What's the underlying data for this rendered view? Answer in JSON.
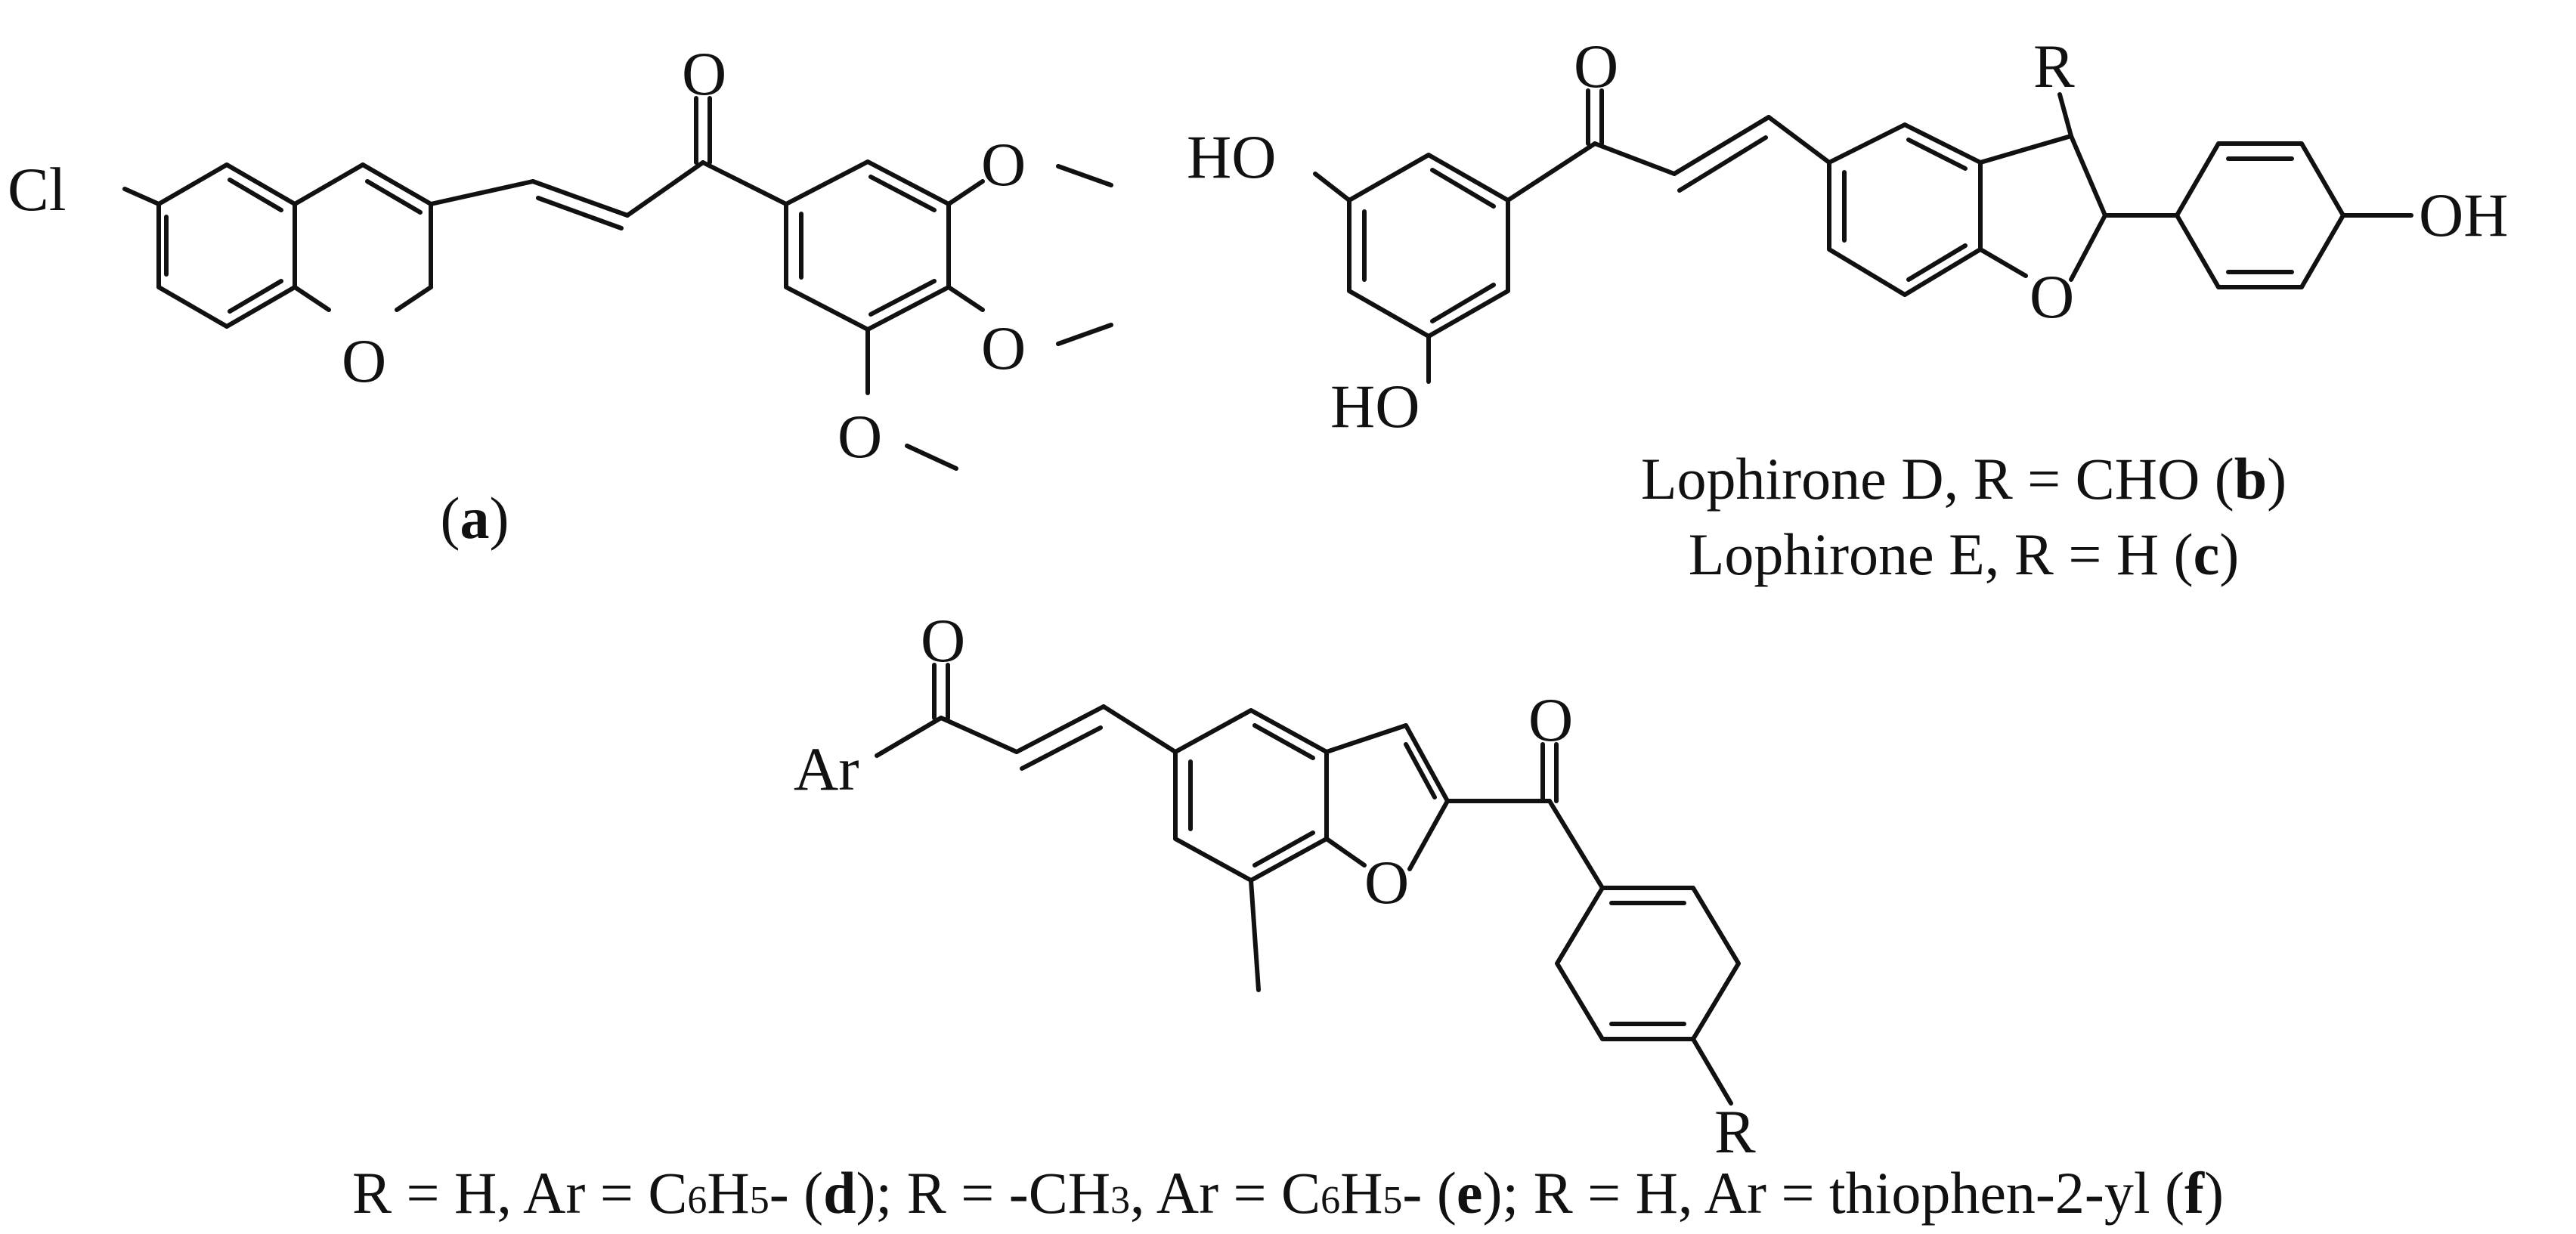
{
  "figure": {
    "compound_a": {
      "atoms": {
        "chlorine": "Cl",
        "ring_oxygen": "O",
        "carbonyl_oxygen": "O",
        "methoxy_1": "O",
        "methoxy_2": "O",
        "methoxy_3": "O"
      },
      "caption": {
        "open": "(",
        "letter": "a",
        "close": ")"
      }
    },
    "compound_bc": {
      "atoms": {
        "hydroxyl_top": "HO",
        "hydroxyl_bottom": "HO",
        "carbonyl_oxygen": "O",
        "r_group": "R",
        "furan_oxygen": "O",
        "hydroxyl_right": "OH"
      },
      "caption_b": {
        "text": "Lophirone D, R = CHO (",
        "letter": "b",
        "close": ")"
      },
      "caption_c": {
        "text": "Lophirone E, R = H (",
        "letter": "c",
        "close": ")"
      }
    },
    "compound_def": {
      "atoms": {
        "aryl": "Ar",
        "carbonyl_oxygen_left": "O",
        "furan_oxygen": "O",
        "carbonyl_oxygen_right": "O",
        "r_group": "R"
      },
      "caption": {
        "p1": "R = H, Ar = C",
        "p1_sub1": "6",
        "p1_mid": "H",
        "p1_sub2": "5",
        "p1_end": "- (",
        "p1_letter": "d",
        "p1_close": "); ",
        "p2": "R = -CH",
        "p2_sub": "3",
        "p2_mid": ", Ar = C",
        "p2_sub1": "6",
        "p2_mid2": "H",
        "p2_sub2": "5",
        "p2_end": "- (",
        "p2_letter": "e",
        "p2_close": "); ",
        "p3": "R = H, Ar = thiophen-2-yl (",
        "p3_letter": "f",
        "p3_close": ")"
      }
    }
  }
}
